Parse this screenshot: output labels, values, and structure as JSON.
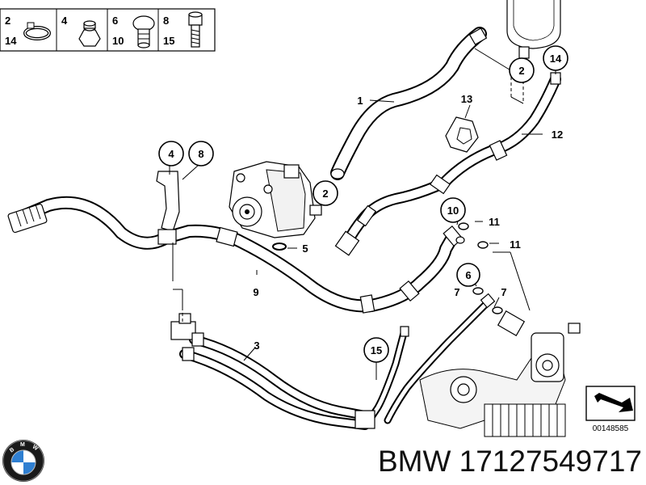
{
  "legend": {
    "cells": [
      {
        "top": "2",
        "bottom": "14"
      },
      {
        "top": "4",
        "bottom": ""
      },
      {
        "top": "6",
        "bottom": "10"
      },
      {
        "top": "8",
        "bottom": "15"
      }
    ]
  },
  "callouts": {
    "c1": "1",
    "c2a": "2",
    "c2b": "2",
    "c3": "3",
    "c4": "4",
    "c5": "5",
    "c6": "6",
    "c7a": "7",
    "c7b": "7",
    "c8": "8",
    "c9": "9",
    "c10": "10",
    "c11a": "11",
    "c11b": "11",
    "c12": "12",
    "c13": "13",
    "c14": "14",
    "c15": "15"
  },
  "diagram_code": "00148585",
  "footer": {
    "brand": "BMW",
    "part_number": "17127549717",
    "text": "BMW 17127549717"
  }
}
